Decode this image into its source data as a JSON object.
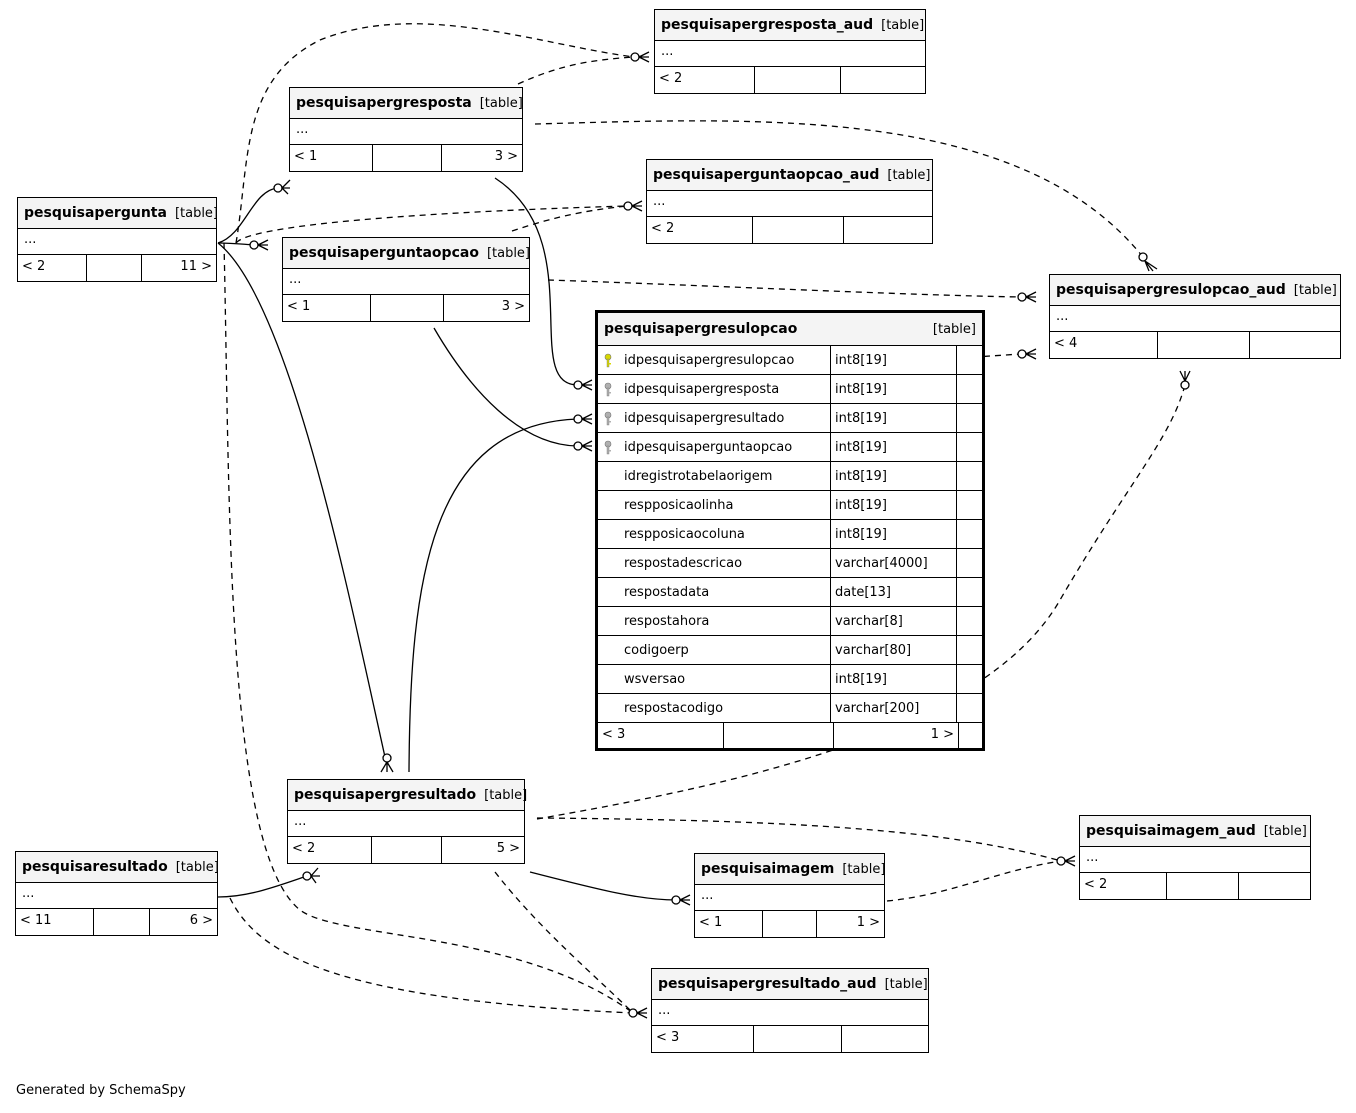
{
  "generator": "Generated by SchemaSpy",
  "table_kind_label": "[table]",
  "dots": "...",
  "tables": {
    "pesquisapergresposta_aud": {
      "name": "pesquisapergresposta_aud",
      "left": "< 2",
      "mid": "",
      "right": ""
    },
    "pesquisapergresposta": {
      "name": "pesquisapergresposta",
      "left": "< 1",
      "mid": "",
      "right": "3 >"
    },
    "pesquisaperguntaopcao_aud": {
      "name": "pesquisaperguntaopcao_aud",
      "left": "< 2",
      "mid": "",
      "right": ""
    },
    "pesquisapergunta": {
      "name": "pesquisapergunta",
      "left": "< 2",
      "mid": "",
      "right": "11 >"
    },
    "pesquisaperguntaopcao": {
      "name": "pesquisaperguntaopcao",
      "left": "< 1",
      "mid": "",
      "right": "3 >"
    },
    "pesquisapergresulopcao_aud": {
      "name": "pesquisapergresulopcao_aud",
      "left": "< 4",
      "mid": "",
      "right": ""
    },
    "pesquisapergresultado": {
      "name": "pesquisapergresultado",
      "left": "< 2",
      "mid": "",
      "right": "5 >"
    },
    "pesquisaresultado": {
      "name": "pesquisaresultado",
      "left": "< 11",
      "mid": "",
      "right": "6 >"
    },
    "pesquisaimagem_aud": {
      "name": "pesquisaimagem_aud",
      "left": "< 2",
      "mid": "",
      "right": ""
    },
    "pesquisaimagem": {
      "name": "pesquisaimagem",
      "left": "< 1",
      "mid": "",
      "right": "1 >"
    },
    "pesquisapergresultado_aud": {
      "name": "pesquisapergresultado_aud",
      "left": "< 3",
      "mid": "",
      "right": ""
    }
  },
  "focus_table": {
    "name": "pesquisapergresulopcao",
    "left": "< 3",
    "mid": "",
    "right": "1 >",
    "key_colors": {
      "primary": "#d8d800",
      "foreign": "#b0b0b0"
    },
    "columns": [
      {
        "name": "idpesquisapergresulopcao",
        "type": "int8[19]",
        "key": "primary"
      },
      {
        "name": "idpesquisapergresposta",
        "type": "int8[19]",
        "key": "foreign"
      },
      {
        "name": "idpesquisapergresultado",
        "type": "int8[19]",
        "key": "foreign"
      },
      {
        "name": "idpesquisaperguntaopcao",
        "type": "int8[19]",
        "key": "foreign"
      },
      {
        "name": "idregistrotabelaorigem",
        "type": "int8[19]",
        "key": ""
      },
      {
        "name": "respposicaolinha",
        "type": "int8[19]",
        "key": ""
      },
      {
        "name": "respposicaocoluna",
        "type": "int8[19]",
        "key": ""
      },
      {
        "name": "respostadescricao",
        "type": "varchar[4000]",
        "key": ""
      },
      {
        "name": "respostadata",
        "type": "date[13]",
        "key": ""
      },
      {
        "name": "respostahora",
        "type": "varchar[8]",
        "key": ""
      },
      {
        "name": "codigoerp",
        "type": "varchar[80]",
        "key": ""
      },
      {
        "name": "wsversao",
        "type": "int8[19]",
        "key": ""
      },
      {
        "name": "respostacodigo",
        "type": "varchar[200]",
        "key": ""
      }
    ]
  }
}
